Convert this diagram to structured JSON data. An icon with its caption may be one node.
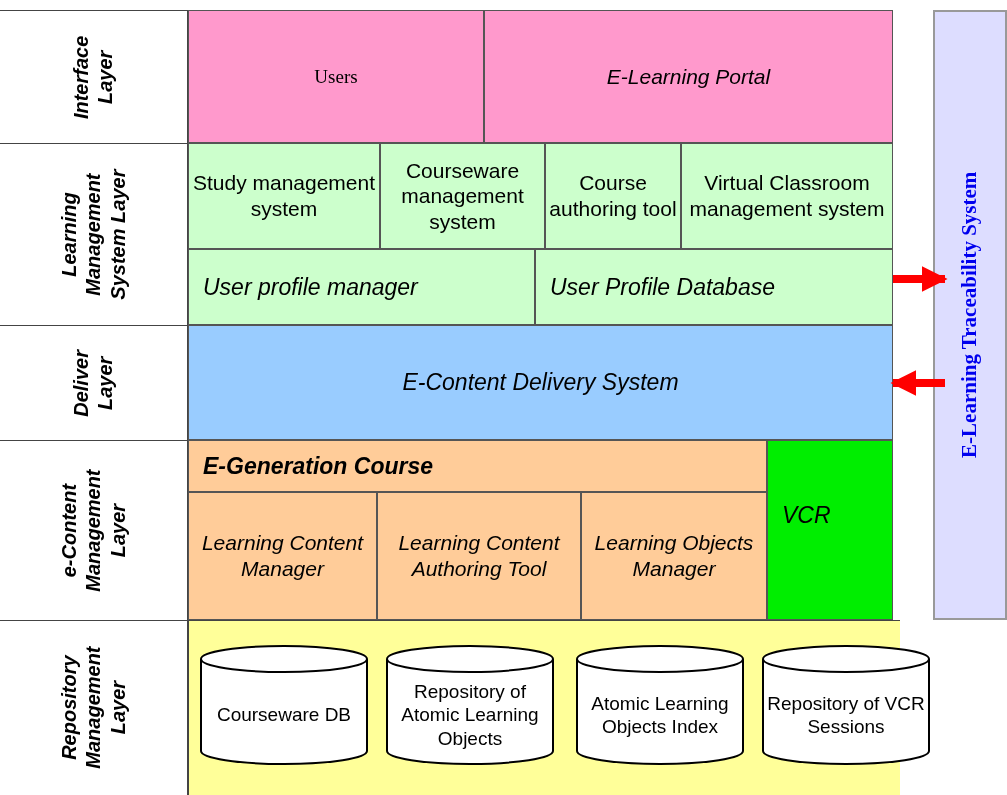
{
  "diagram": {
    "nodes": [
      {
        "text": [
          "Interface Layer"
        ]
      },
      {
        "text": [
          "Users"
        ]
      },
      {
        "text": [
          "E-Learning Portal"
        ]
      },
      {
        "text": [
          "Learning Management System Layer"
        ]
      },
      {
        "text": [
          "Study management system"
        ]
      },
      {
        "text": [
          "Courseware management system"
        ]
      },
      {
        "text": [
          "Course authoring tool"
        ]
      },
      {
        "text": [
          "Virtual Classroom management system"
        ]
      },
      {
        "text": [
          "User profile manager"
        ]
      },
      {
        "text": [
          "User Profile Database"
        ]
      },
      {
        "text": [
          "Deliver Layer"
        ]
      },
      {
        "text": [
          "E-Content Delivery System"
        ]
      },
      {
        "text": [
          "e-Content Management Layer"
        ]
      },
      {
        "text": [
          "E-Generation Course"
        ]
      },
      {
        "text": [
          "Learning Content Manager"
        ]
      },
      {
        "text": [
          "Learning Content Authoring Tool"
        ]
      },
      {
        "text": [
          "Learning Objects Manager"
        ]
      },
      {
        "text": [
          "VCR"
        ]
      },
      {
        "text": [
          "Repository Management Layer"
        ]
      },
      {
        "text": [
          "Courseware DB"
        ]
      },
      {
        "text": [
          "Repository of Atomic Learning Objects"
        ]
      },
      {
        "text": [
          "Atomic Learning Objects Index"
        ]
      },
      {
        "text": [
          "Repository of VCR Sessions"
        ]
      },
      {
        "text": [
          "E-Learning Traceability System"
        ]
      }
    ],
    "edges": [
      {
        "from": 9,
        "to": 23,
        "arrow": "to"
      },
      {
        "from": 23,
        "to": 11,
        "arrow": "to"
      }
    ]
  }
}
